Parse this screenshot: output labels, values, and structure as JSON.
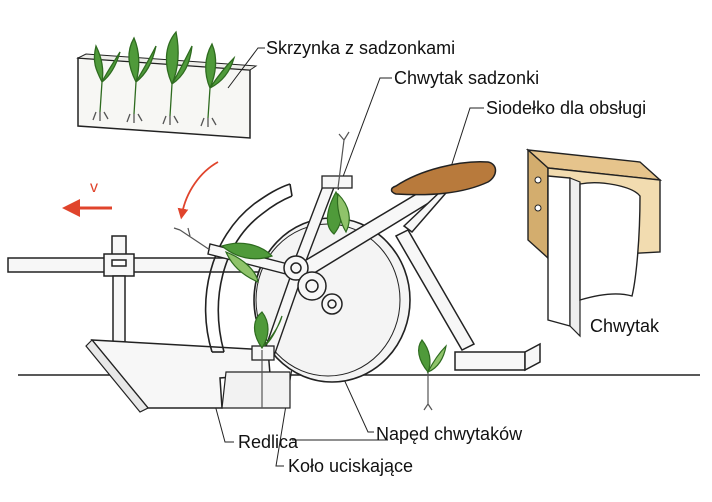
{
  "labels": {
    "seedling_box": "Skrzynka z sadzonkami",
    "seedling_gripper": "Chwytak sadzonki",
    "operator_seat": "Siodełko dla obsługi",
    "gripper": "Chwytak",
    "coulter": "Redlica",
    "gripper_drive": "Napęd chwytaków",
    "press_wheel": "Koło uciskające"
  },
  "velocity_label": "v",
  "colors": {
    "outline": "#222222",
    "arrow_red": "#e0442c",
    "seat_brown": "#b87a3c",
    "wood": "#f2dcb0",
    "wood_dark": "#c9a46a",
    "leaf_green": "#4f9a3a",
    "leaf_light": "#8fc36a",
    "metal": "#f4f4f4"
  }
}
